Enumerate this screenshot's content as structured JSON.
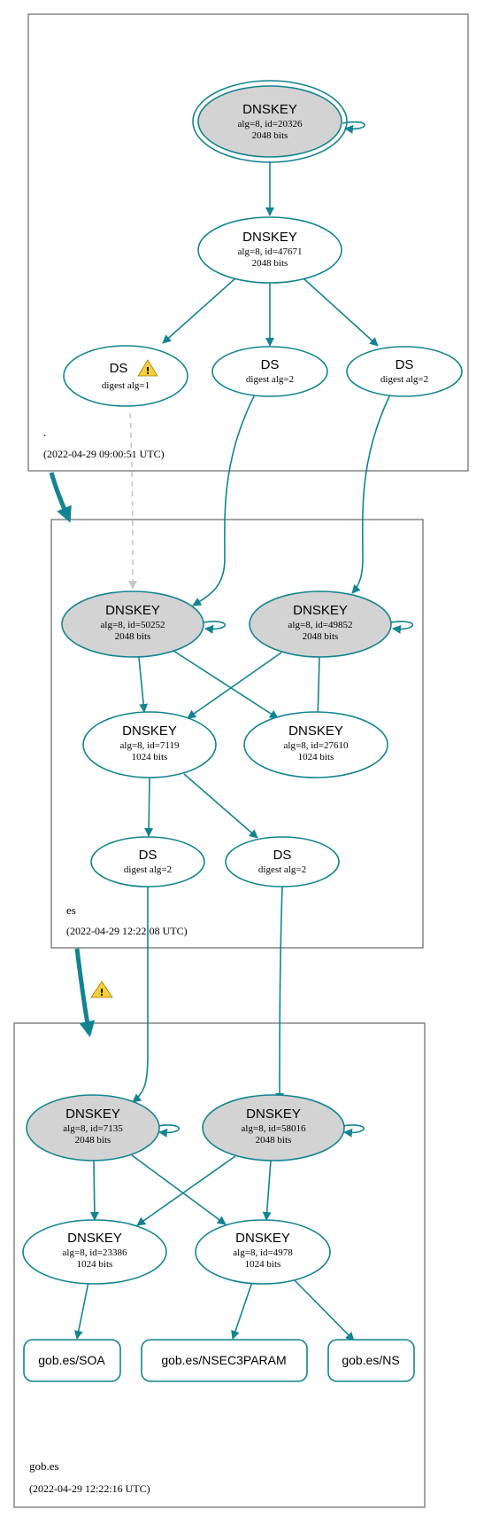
{
  "zones": {
    "root": {
      "name": ".",
      "timestamp": "(2022-04-29 09:00:51 UTC)"
    },
    "es": {
      "name": "es",
      "timestamp": "(2022-04-29 12:22:08 UTC)"
    },
    "gob": {
      "name": "gob.es",
      "timestamp": "(2022-04-29 12:22:16 UTC)"
    }
  },
  "nodes": {
    "root_ksk": {
      "title": "DNSKEY",
      "line1": "alg=8, id=20326",
      "line2": "2048 bits"
    },
    "root_zsk": {
      "title": "DNSKEY",
      "line1": "alg=8, id=47671",
      "line2": "2048 bits"
    },
    "root_ds1": {
      "title": "DS",
      "line1": "digest alg=1"
    },
    "root_ds2a": {
      "title": "DS",
      "line1": "digest alg=2"
    },
    "root_ds2b": {
      "title": "DS",
      "line1": "digest alg=2"
    },
    "es_ksk1": {
      "title": "DNSKEY",
      "line1": "alg=8, id=50252",
      "line2": "2048 bits"
    },
    "es_ksk2": {
      "title": "DNSKEY",
      "line1": "alg=8, id=49852",
      "line2": "2048 bits"
    },
    "es_zsk1": {
      "title": "DNSKEY",
      "line1": "alg=8, id=7119",
      "line2": "1024 bits"
    },
    "es_zsk2": {
      "title": "DNSKEY",
      "line1": "alg=8, id=27610",
      "line2": "1024 bits"
    },
    "es_ds1": {
      "title": "DS",
      "line1": "digest alg=2"
    },
    "es_ds2": {
      "title": "DS",
      "line1": "digest alg=2"
    },
    "gob_ksk1": {
      "title": "DNSKEY",
      "line1": "alg=8, id=7135",
      "line2": "2048 bits"
    },
    "gob_ksk2": {
      "title": "DNSKEY",
      "line1": "alg=8, id=58016",
      "line2": "2048 bits"
    },
    "gob_zsk1": {
      "title": "DNSKEY",
      "line1": "alg=8, id=23386",
      "line2": "1024 bits"
    },
    "gob_zsk2": {
      "title": "DNSKEY",
      "line1": "alg=8, id=4978",
      "line2": "1024 bits"
    },
    "rr_soa": {
      "title": "gob.es/SOA"
    },
    "rr_nsec3param": {
      "title": "gob.es/NSEC3PARAM"
    },
    "rr_ns": {
      "title": "gob.es/NS"
    }
  },
  "colors": {
    "edge": "#128491",
    "ksk_fill": "#d3d3d3",
    "dashed": "#c8c8c8",
    "warning_fill": "#f4cf3a"
  },
  "icons": [
    "warning-icon"
  ]
}
